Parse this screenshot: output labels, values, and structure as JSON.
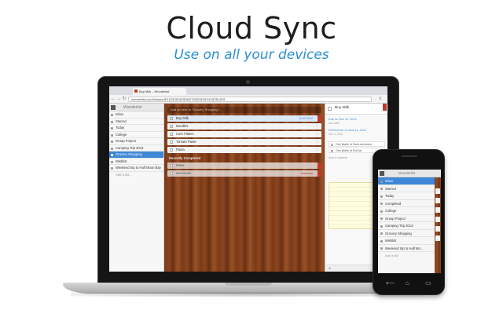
{
  "headline": "Cloud Sync",
  "tagline": "Use on all your devices",
  "browser": {
    "tab_title": "Buy Milk – Wunderlist",
    "url": "wunderlist.com/#/tasks/ID1D2D3D4D5D6D7D8D9D0D1D2D3D4D5",
    "nav_back": "←",
    "nav_forward": "→",
    "nav_reload": "↻",
    "menu_icon": "≡"
  },
  "app": {
    "brand": "Wunderlist",
    "sidebar": {
      "items": [
        {
          "label": "Inbox",
          "icon": "inbox-icon"
        },
        {
          "label": "Starred",
          "icon": "star-icon"
        },
        {
          "label": "Today",
          "icon": "calendar-icon"
        },
        {
          "label": "College",
          "icon": "list-icon"
        },
        {
          "label": "Group Project",
          "icon": "list-icon"
        },
        {
          "label": "Camping Trip 2013",
          "icon": "list-icon"
        },
        {
          "label": "Grocery Shopping",
          "icon": "list-icon",
          "active": true
        },
        {
          "label": "Wishlist",
          "icon": "list-icon"
        },
        {
          "label": "Weekend trip to Half Moon Bay",
          "icon": "list-icon"
        }
      ],
      "add_list": "Add a list..."
    },
    "add_task_placeholder": "Add an item to \"Grocery Shopping\"...",
    "tasks": [
      {
        "title": "Buy Milk",
        "date": "11.02.2012",
        "selected": true,
        "starred": true
      },
      {
        "title": "Noodles"
      },
      {
        "title": "Corn Flakes"
      },
      {
        "title": "Tomato Paste"
      },
      {
        "title": "Pasta"
      }
    ],
    "completed_label": "Recently Completed",
    "completed_tasks": [
      {
        "title": "Pizza"
      },
      {
        "title": "Ice Cream",
        "date": "Yesterday"
      }
    ],
    "detail": {
      "title": "Buy Milk",
      "due_label": "Due on Nov 11, 2012",
      "due_sub": "Due date",
      "reminder_label": "Remind me on Nov 11, 2012",
      "reminder_sub": "Dec 4, 2012",
      "subtasks": [
        "One Bottle of Semi-skimmed",
        "One Bottle of Full-fat"
      ],
      "add_subtask": "Add a subtask",
      "footer_icons": [
        "arrow-left-icon",
        "trash-icon"
      ]
    }
  },
  "phone": {
    "brand": "Wunderlist",
    "items": [
      {
        "label": "Inbox",
        "active": true
      },
      {
        "label": "Starred"
      },
      {
        "label": "Today"
      },
      {
        "label": "Completed"
      },
      {
        "label": "College"
      },
      {
        "label": "Group Project"
      },
      {
        "label": "Camping Trip 2013"
      },
      {
        "label": "Grocery Shopping"
      },
      {
        "label": "Wishlist"
      },
      {
        "label": "Weekend trip to Half Mo..."
      }
    ],
    "add_list": "Add a list",
    "nav_back": "⟵",
    "nav_home": "⌂",
    "nav_recent": "▭"
  },
  "colors": {
    "accent": "#3d87d6",
    "tagline": "#2b8fd0",
    "ribbon": "#c0392b",
    "wood": "#7a3a17"
  }
}
